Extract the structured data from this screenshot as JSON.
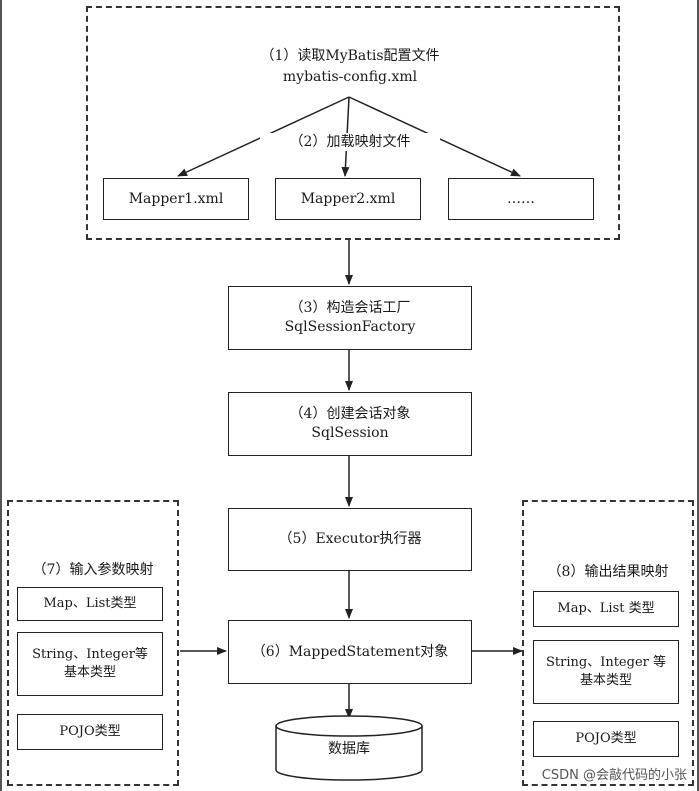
{
  "diagram": {
    "config_group": {
      "step1_title": "（1）读取MyBatis配置文件",
      "step1_file": "mybatis-config.xml",
      "step2_title": "（2）加载映射文件",
      "mappers": [
        "Mapper1.xml",
        "Mapper2.xml",
        "……"
      ]
    },
    "factory": {
      "title": "（3）构造会话工厂",
      "name": "SqlSessionFactory"
    },
    "session": {
      "title": "（4）创建会话对象",
      "name": "SqlSession"
    },
    "executor": {
      "title": "（5）Executor执行器"
    },
    "mapped_statement": {
      "title": "（6）MappedStatement对象"
    },
    "input_mapping": {
      "title": "（7）输入参数映射",
      "items": [
        "Map、List类型",
        "String、Integer等\n基本类型",
        "POJO类型"
      ]
    },
    "output_mapping": {
      "title": "（8）输出结果映射",
      "items": [
        "Map、List 类型",
        "String、Integer 等\n基本类型",
        "POJO类型"
      ]
    },
    "database": {
      "label": "数据库"
    },
    "colors": {
      "line": "#222222",
      "dash": "#333333"
    }
  },
  "watermark": "CSDN @会敲代码的小张"
}
